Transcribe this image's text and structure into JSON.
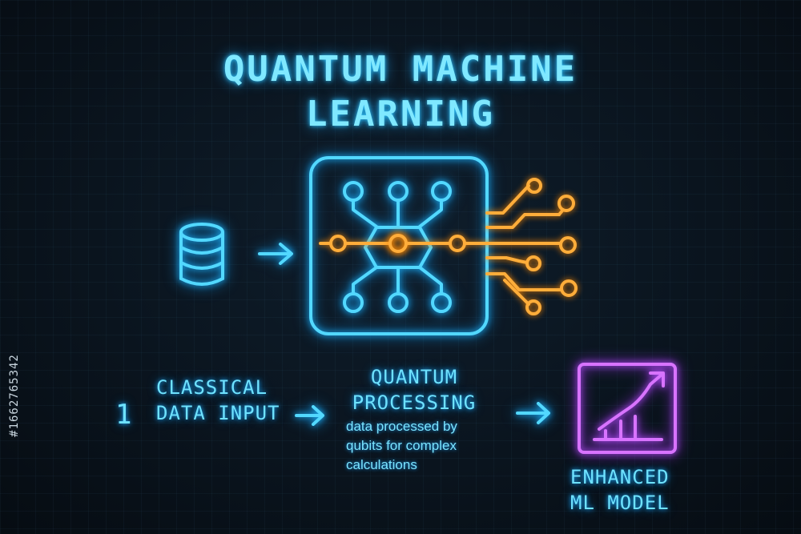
{
  "title": {
    "line1": "QUANTUM MACHINE",
    "line2": "LEARNING"
  },
  "steps": {
    "number": "1",
    "classical_line1": "CLASSICAL",
    "classical_line2": "DATA INPUT",
    "quantum_line1": "QUANTUM",
    "quantum_line2": "PROCESSING",
    "quantum_desc_line1": "data processed by",
    "quantum_desc_line2": "qubits for complex",
    "quantum_desc_line3": "calculations",
    "enhanced_line1": "ENHANCED",
    "enhanced_line2": "ML MODEL"
  },
  "side_text": "#1662765342",
  "icons": {
    "database": "database-icon",
    "chip": "quantum-chip-icon",
    "chart": "growth-chart-icon",
    "arrow": "arrow-right-icon"
  },
  "colors": {
    "primary": "#52d8ff",
    "accent": "#ffad3a",
    "highlight": "#d873ff",
    "background": "#0a141e"
  }
}
